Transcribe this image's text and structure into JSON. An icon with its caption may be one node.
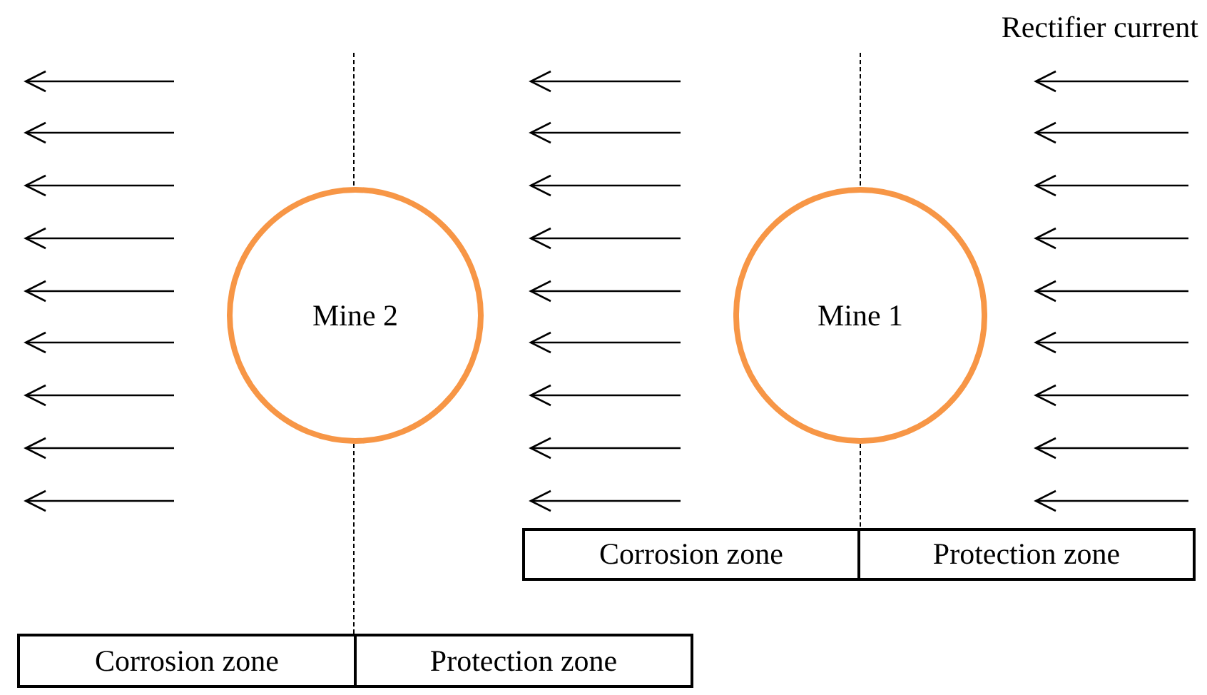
{
  "diagram": {
    "nodes": [
      {
        "text": [
          "Mine 2"
        ]
      },
      {
        "text": [
          "Mine 1"
        ]
      },
      {
        "text": [
          "Corrosion zone"
        ]
      },
      {
        "text": [
          "Protection zone"
        ]
      },
      {
        "text": [
          "Corrosion zone"
        ]
      },
      {
        "text": [
          "Protection zone"
        ]
      }
    ],
    "labels": [
      "Rectifier current"
    ]
  }
}
